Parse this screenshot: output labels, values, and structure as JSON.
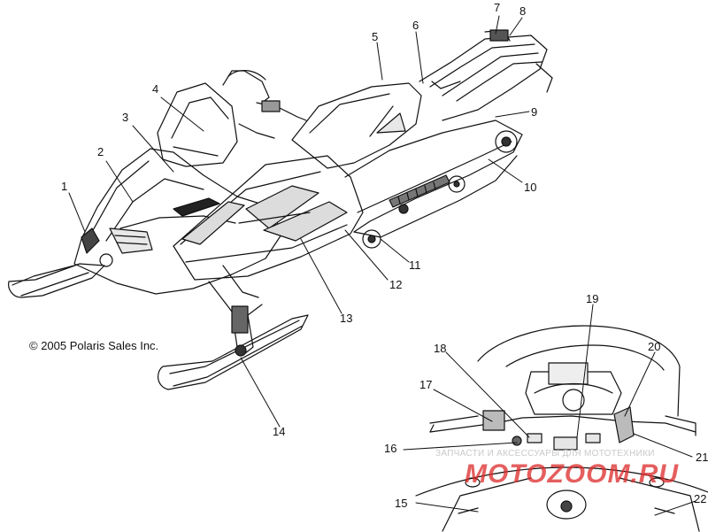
{
  "diagram": {
    "copyright": "© 2005 Polaris Sales Inc.",
    "callouts": [
      "1",
      "2",
      "3",
      "4",
      "5",
      "6",
      "7",
      "8",
      "9",
      "10",
      "11",
      "12",
      "13",
      "14",
      "15",
      "16",
      "17",
      "18",
      "19",
      "20",
      "21",
      "22"
    ]
  },
  "watermark": {
    "text": "ЗАПЧАСТИ И АКСЕССУАРЫ ДЛЯ МОТОТЕХНИКИ",
    "logo": "MOTOZOOM.RU",
    "color": "#dc2828"
  },
  "colors": {
    "line": "#111111",
    "decal_fill": "#dcdcdc",
    "background": "#ffffff"
  }
}
